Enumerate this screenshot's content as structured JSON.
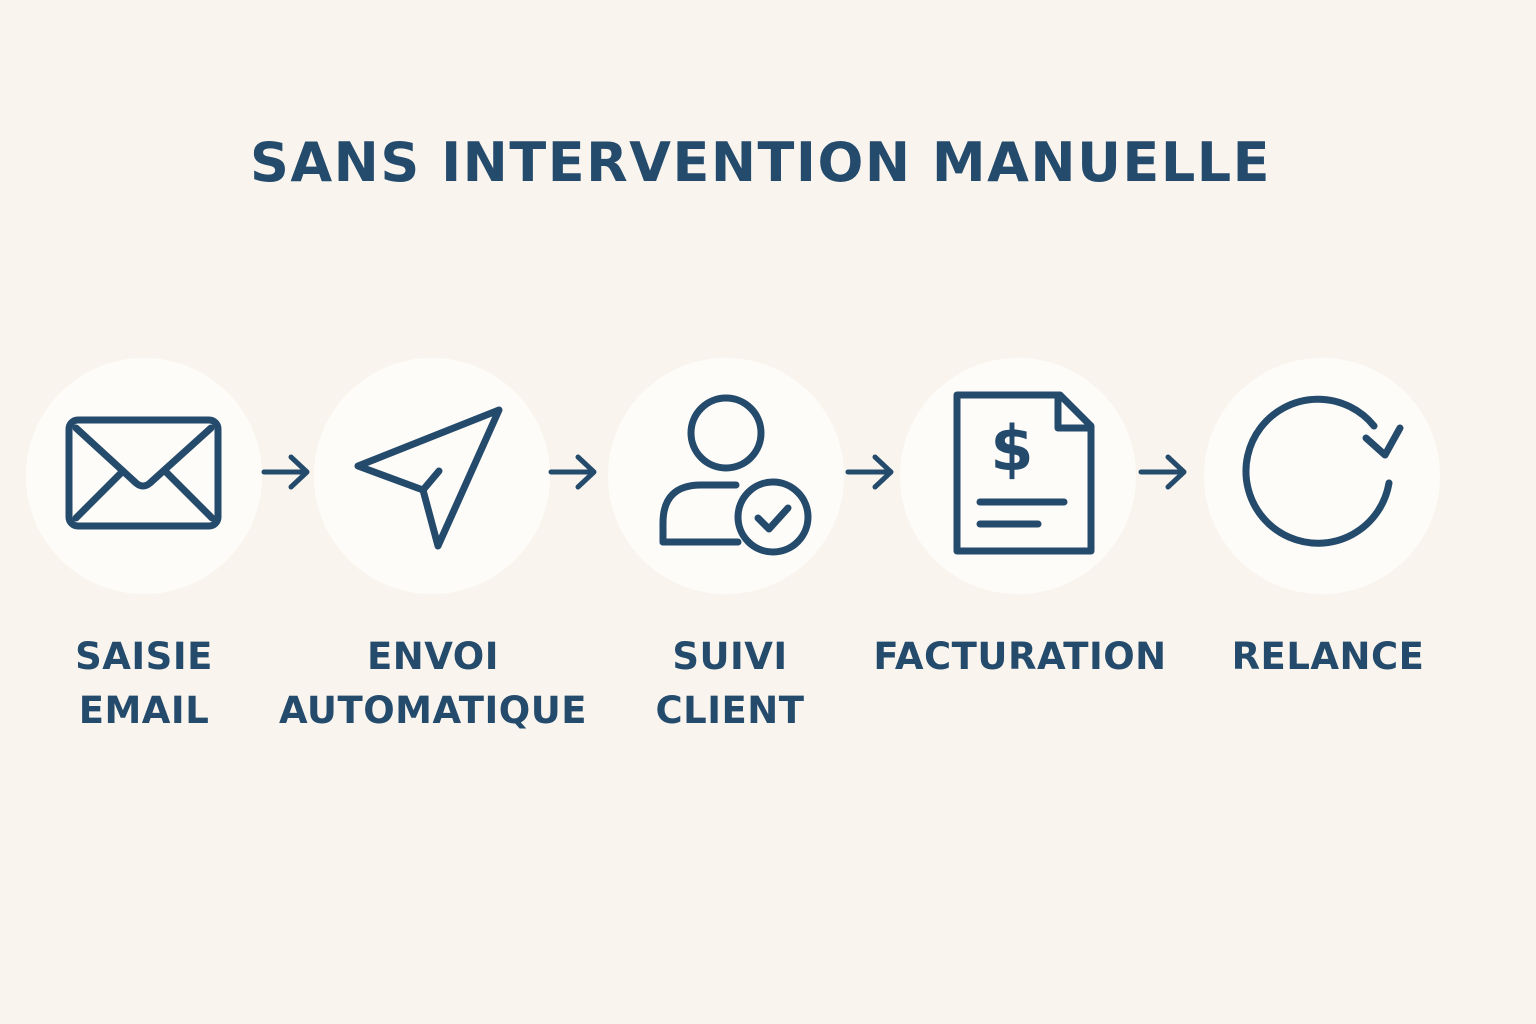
{
  "title": "SANS INTERVENTION MANUELLE",
  "colors": {
    "background": "#f9f5ee",
    "circle": "#fefcf8",
    "ink": "#244a6c"
  },
  "steps": [
    {
      "icon": "envelope-icon",
      "label_lines": [
        "SAISIE",
        "EMAIL"
      ]
    },
    {
      "icon": "paper-plane-icon",
      "label_lines": [
        "ENVOI",
        "AUTOMATIQUE"
      ]
    },
    {
      "icon": "user-check-icon",
      "label_lines": [
        "SUIVI",
        "CLIENT"
      ]
    },
    {
      "icon": "invoice-dollar-icon",
      "label_lines": [
        "FACTURATION"
      ]
    },
    {
      "icon": "refresh-icon",
      "label_lines": [
        "RELANCE"
      ]
    }
  ],
  "connectors": [
    "arrow-right-icon",
    "arrow-right-icon",
    "arrow-right-icon",
    "arrow-right-icon"
  ]
}
